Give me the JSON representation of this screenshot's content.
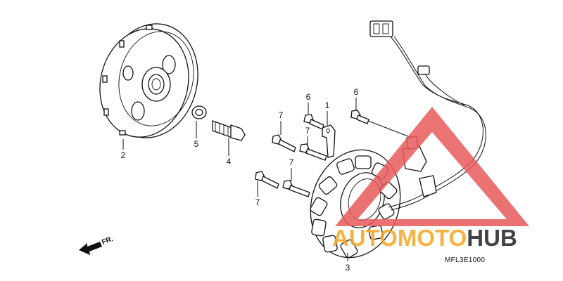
{
  "diagram": {
    "callouts": [
      {
        "id": "1",
        "text": "1"
      },
      {
        "id": "2",
        "text": "2"
      },
      {
        "id": "3",
        "text": "3"
      },
      {
        "id": "4",
        "text": "4"
      },
      {
        "id": "5",
        "text": "5"
      },
      {
        "id": "6a",
        "text": "6"
      },
      {
        "id": "6b",
        "text": "6"
      },
      {
        "id": "7a",
        "text": "7"
      },
      {
        "id": "7b",
        "text": "7"
      },
      {
        "id": "7c",
        "text": "7"
      },
      {
        "id": "7d",
        "text": "7"
      }
    ],
    "front_arrow_label": "FR.",
    "diagram_code": "MFL3E1000"
  },
  "watermark": {
    "word_a": "AUTOMOTO",
    "word_b": "HUB",
    "color_a": "#f5a623",
    "color_b": "#222222",
    "triangle_color": "#e85a5a"
  },
  "icons": {
    "front_arrow": "arrow-left-icon"
  }
}
